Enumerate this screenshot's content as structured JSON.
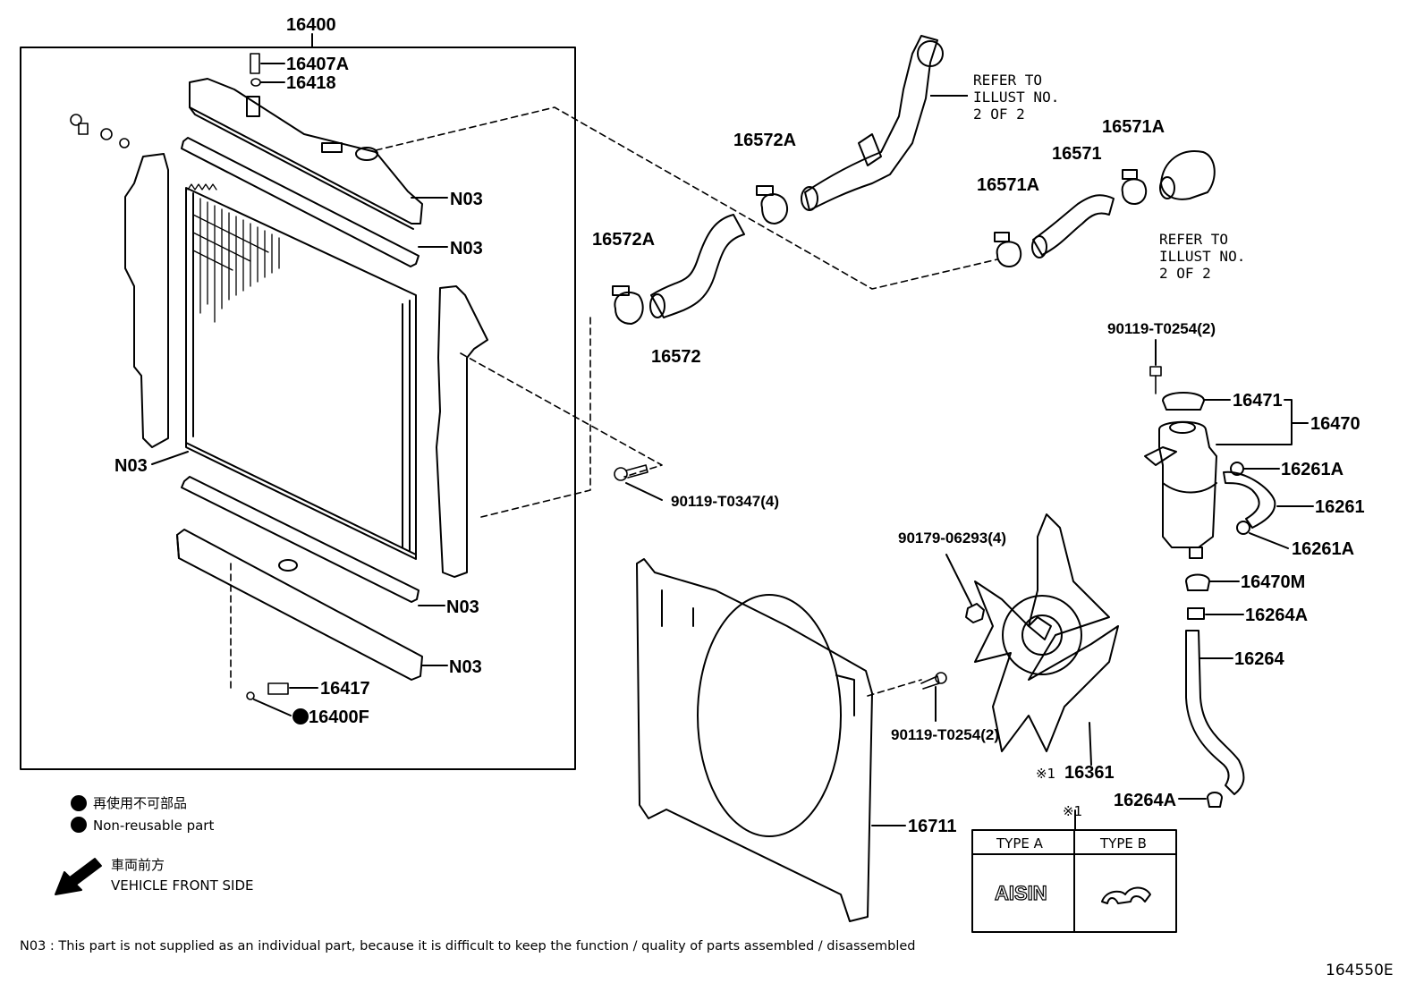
{
  "main_assembly": "16400",
  "labels": {
    "p16407A": "16407A",
    "p16418": "16418",
    "n03_a": "N03",
    "n03_b": "N03",
    "n03_c": "N03",
    "n03_d": "N03",
    "n03_e": "N03",
    "p16417": "16417",
    "p16400F": "16400F",
    "p16572A_1": "16572A",
    "p16572A_2": "16572A",
    "p16572": "16572",
    "p90119_T0347": "90119-T0347(4)",
    "p16571A_1": "16571A",
    "p16571A_2": "16571A",
    "p16571": "16571",
    "p90119_T0254_top": "90119-T0254(2)",
    "p16471": "16471",
    "p16470": "16470",
    "p16261A_1": "16261A",
    "p16261": "16261",
    "p16261A_2": "16261A",
    "p16470M": "16470M",
    "p16264A_1": "16264A",
    "p16264": "16264",
    "p16264A_2": "16264A",
    "p90179_06293": "90179-06293(4)",
    "p90119_T0254_bottom": "90119-T0254(2)",
    "p16361": "16361",
    "p16361_mark": "※1",
    "p16711": "16711",
    "type_table_mark": "※1"
  },
  "refer_notes": {
    "top": [
      "REFER TO",
      "ILLUST NO.",
      "2 OF 2"
    ],
    "right": [
      "REFER TO",
      "ILLUST NO.",
      "2 OF 2"
    ]
  },
  "legend": {
    "nonreusable_jp": "再使用不可部品",
    "nonreusable_en": "Non-reusable part",
    "front_jp": "車両前方",
    "front_en": "VEHICLE FRONT SIDE"
  },
  "type_table": {
    "type_a": "TYPE A",
    "type_b": "TYPE B",
    "logo_a": "AISIN"
  },
  "footnote": "N03 : This part is not supplied as an individual part, because it is difficult to keep the function / quality of parts assembled / disassembled",
  "illustration_id": "164550E"
}
